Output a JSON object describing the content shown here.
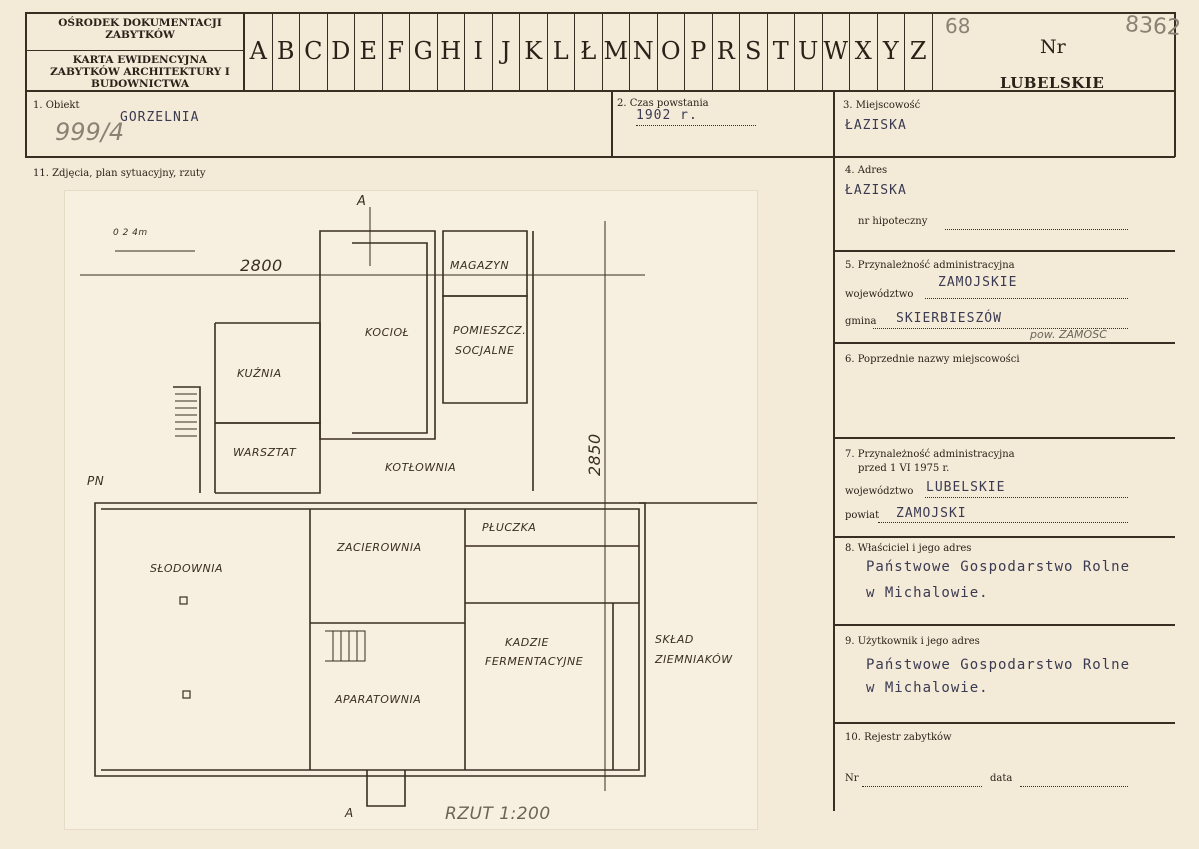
{
  "header": {
    "institution": "OŚRODEK DOKUMENTACJI ZABYTKÓW",
    "card_title": "KARTA EWIDENCYJNA ZABYTKÓW ARCHITEKTURY I BUDOWNICTWA",
    "letters": [
      "A",
      "B",
      "C",
      "D",
      "E",
      "F",
      "G",
      "H",
      "I",
      "J",
      "K",
      "L",
      "Ł",
      "M",
      "N",
      "O",
      "P",
      "R",
      "S",
      "T",
      "U",
      "W",
      "X",
      "Y",
      "Z"
    ],
    "handwritten_number": "68",
    "nr_label": "Nr",
    "region": "LUBELSKIE",
    "corner_number": "8362"
  },
  "fields": {
    "obiekt_label": "1. Obiekt",
    "obiekt_value": "GORZELNIA",
    "obiekt_hand": "999/4",
    "czas_label": "2. Czas powstania",
    "czas_value": "1902 r.",
    "miejscowosc_label": "3. Miejscowość",
    "miejscowosc_value": "ŁAZISKA",
    "zdjecia_label": "11. Zdjęcia, plan sytuacyjny, rzuty",
    "adres_label": "4. Adres",
    "adres_value": "ŁAZISKA",
    "hipoteczny_label": "nr hipoteczny",
    "przynaleznosc_label": "5. Przynależność administracyjna",
    "wojewodztwo_label": "województwo",
    "wojewodztwo_value": "ZAMOJSKIE",
    "gmina_label": "gmina",
    "gmina_value": "SKIERBIESZÓW",
    "gmina_hand": "pow. ZAMOŚĆ",
    "poprzednie_label": "6. Poprzednie nazwy miejscowości",
    "przynaleznosc_old_label": "7. Przynależność administracyjna",
    "przynaleznosc_old_sub": "przed 1 VI 1975 r.",
    "wojewodztwo_old_label": "województwo",
    "wojewodztwo_old_value": "LUBELSKIE",
    "powiat_label": "powiat",
    "powiat_value": "ZAMOJSKI",
    "wlasciciel_label": "8. Właściciel i jego adres",
    "wlasciciel_line1": "Państwowe Gospodarstwo Rolne",
    "wlasciciel_line2": "w Michalowie.",
    "uzytkownik_label": "9. Użytkownik i jego adres",
    "uzytkownik_line1": "Państwowe Gospodarstwo Rolne",
    "uzytkownik_line2": "w Michalowie.",
    "rejestr_label": "10. Rejestr zabytków",
    "rejestr_nr_label": "Nr",
    "rejestr_data_label": "data"
  },
  "plan": {
    "rooms": {
      "kociol": "KOCIOŁ",
      "magazyn": "MAGAZYN",
      "pomieszcz": "POMIESZCZ.",
      "socjalne": "SOCJALNE",
      "kuznia": "KUŹNIA",
      "warsztat": "WARSZTAT",
      "kotlownia": "KOTŁOWNIA",
      "slodownia": "SŁODOWNIA",
      "zacierownia": "ZACIEROWNIA",
      "pluczka": "PŁUCZKA",
      "kadzie": "KADZIE",
      "fermentacyjne": "FERMENTACYJNE",
      "sklad": "SKŁAD",
      "ziemniakow": "ZIEMNIAKÓW",
      "aparatownia": "APARATOWNIA"
    },
    "dim_horizontal": "2800",
    "dim_vertical": "2850",
    "scale_text": "0   2   4m",
    "section_mark_top": "A",
    "section_mark_bottom": "A",
    "corner_mark": "PN",
    "caption": "RZUT 1:200"
  }
}
